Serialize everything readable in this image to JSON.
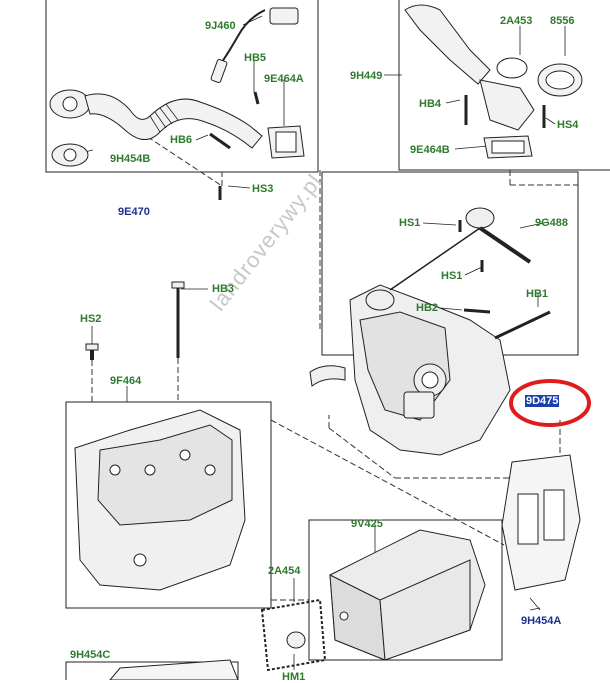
{
  "diagram": {
    "watermark": "landroverywy.pl",
    "highlight_color": "#e01b1b",
    "labels": {
      "l9J460": "9J460",
      "lHB5": "HB5",
      "l9E464A": "9E464A",
      "lHB6": "HB6",
      "l9H454B": "9H454B",
      "lHS3": "HS3",
      "l9E470": "9E470",
      "l2A453": "2A453",
      "l8556": "8556",
      "l9H449": "9H449",
      "lHB4": "HB4",
      "lHS4": "HS4",
      "l9E464B": "9E464B",
      "lHS1a": "HS1",
      "l9G488": "9G488",
      "lHS1b": "HS1",
      "lHB3": "HB3",
      "lHB2": "HB2",
      "lHB1": "HB1",
      "lHS2": "HS2",
      "l9F464": "9F464",
      "l9D475": "9D475",
      "l9V425": "9V425",
      "l2A454": "2A454",
      "l9H454A": "9H454A",
      "l9H454C": "9H454C",
      "lHM1": "HM1"
    }
  }
}
